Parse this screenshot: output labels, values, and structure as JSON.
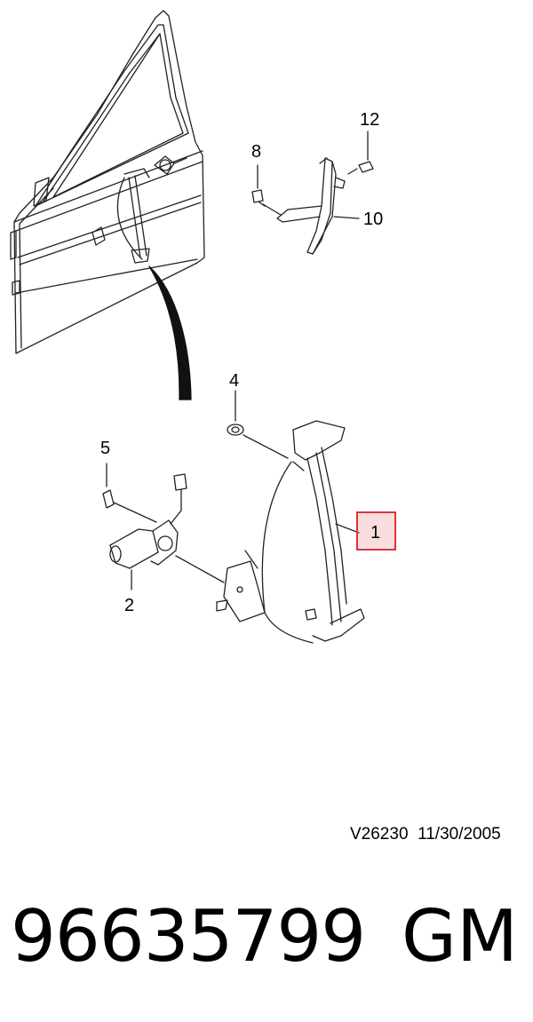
{
  "callouts": {
    "c1": "1",
    "c2": "2",
    "c4": "4",
    "c5": "5",
    "c8": "8",
    "c10": "10",
    "c12": "12"
  },
  "highlight_color": "#d9363e",
  "drawing_code": "V26230  11/30/2005",
  "part_number": "96635799",
  "brand": "GM"
}
